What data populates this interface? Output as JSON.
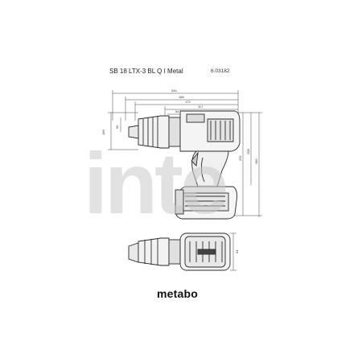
{
  "header": {
    "model": "SB 18 LTX-3 BL Q I Metal",
    "article_number": "6.03182"
  },
  "brand": {
    "logo": "metabo"
  },
  "watermark": {
    "text": "inte"
  },
  "dimensions": {
    "top_total": "344",
    "top_mid": "186",
    "top_inner": "172",
    "top_short": "117",
    "top_small": "54",
    "left_chuck_outer": "196",
    "left_chuck_inner": "65",
    "right_height_a": "251",
    "right_height_b": "208",
    "right_height_c": "280",
    "top_view_width": "94"
  },
  "colors": {
    "line": "#444444",
    "drawing": "#2a2a2a",
    "watermark": "#c8c8c8"
  }
}
